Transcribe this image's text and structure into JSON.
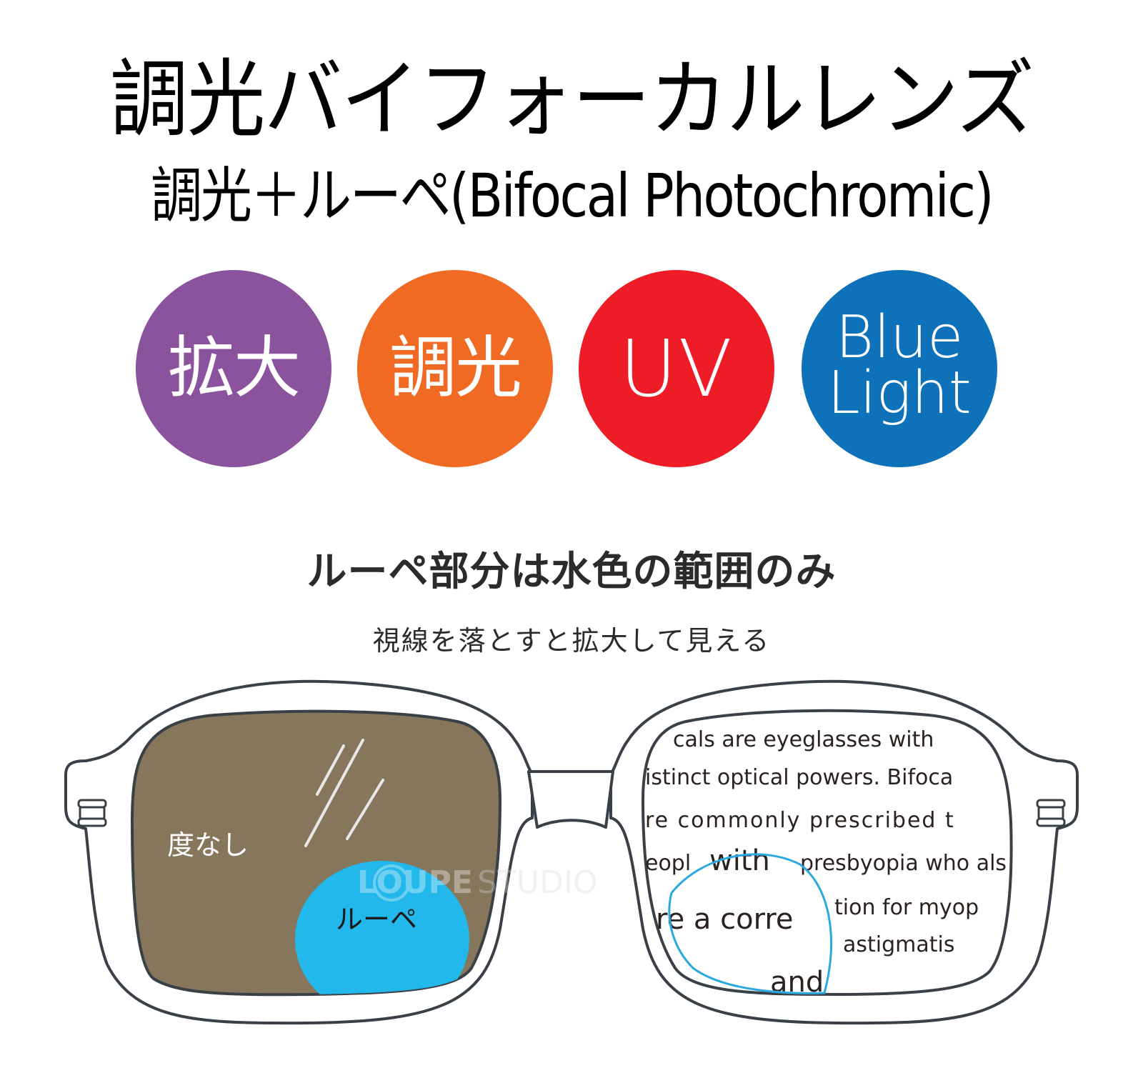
{
  "header": {
    "title": "調光バイフォーカルレンズ",
    "subtitle": "調光＋ルーペ(Bifocal Photochromic)"
  },
  "features": [
    {
      "label": "拡大",
      "color": "#8b539e"
    },
    {
      "label": "調光",
      "color": "#f06a24"
    },
    {
      "label": "UV",
      "color": "#ee1c26"
    },
    {
      "label_line1": "Blue",
      "label_line2": "Light",
      "color": "#0e72ba"
    }
  ],
  "description": {
    "heading": "ルーペ部分は水色の範囲のみ",
    "sub": "視線を落とすと拡大して見える"
  },
  "illustration": {
    "left_lens": {
      "tint_color": "#85765c",
      "loupe_color": "#22b8eb",
      "upper_label": "度なし",
      "loupe_label": "ルーペ"
    },
    "right_lens": {
      "outline_color": "#2aa9e0",
      "text_lines": [
        "cals are eyeglasses with",
        "istinct optical powers. Bifoca",
        "re commonly prescribed t",
        "eopl",
        "presbyopia who als",
        "tion for myop",
        "astigmatis"
      ],
      "magnified_lines": [
        "with",
        "re a corre",
        "and"
      ]
    },
    "frame_stroke": "#3a4047",
    "watermark": {
      "brand_bold": "LOUPE",
      "brand_light": "STUDIO"
    }
  }
}
